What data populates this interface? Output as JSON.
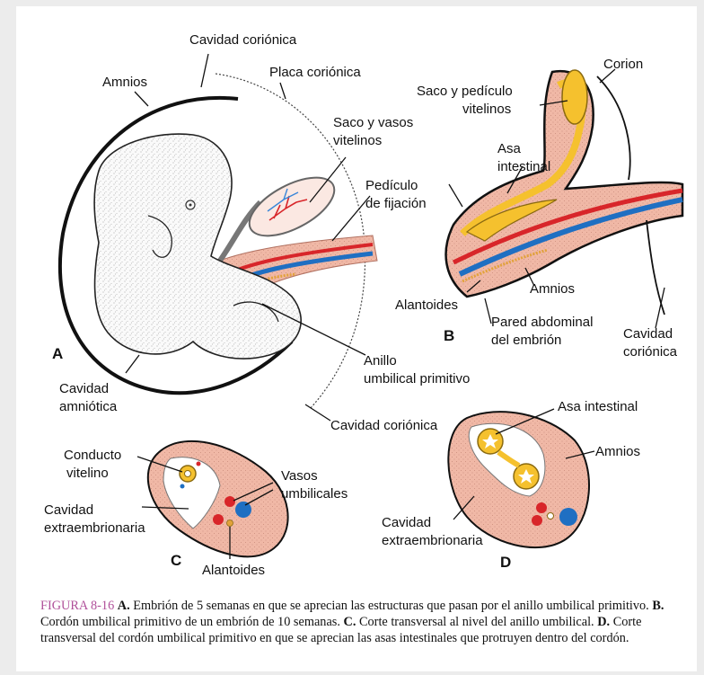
{
  "labels": {
    "cavidad_corionica_top": "Cavidad coriónica",
    "amnios_a": "Amnios",
    "placa_corionica": "Placa coriónica",
    "saco_vasos_1": "Saco y vasos",
    "saco_vasos_2": "vitelinos",
    "pediculo_1": "Pedículo",
    "pediculo_2": "de fijación",
    "cavidad_amniotica_1": "Cavidad",
    "cavidad_amniotica_2": "amniótica",
    "anillo_1": "Anillo",
    "anillo_2": "umbilical primitivo",
    "cavidad_corionica_bottom": "Cavidad coriónica",
    "corion": "Corion",
    "saco_pediculo_1": "Saco y pedículo",
    "saco_pediculo_2": "vitelinos",
    "asa_1": "Asa",
    "asa_2": "intestinal",
    "alantoides_b": "Alantoides",
    "amnios_b": "Amnios",
    "pared_1": "Pared abdominal",
    "pared_2": "del embrión",
    "cavidad_corionica_b1": "Cavidad",
    "cavidad_corionica_b2": "coriónica",
    "conducto_1": "Conducto",
    "conducto_2": "vitelino",
    "cavidad_extra_c1": "Cavidad",
    "cavidad_extra_c2": "extraembrionaria",
    "vasos_1": "Vasos",
    "vasos_2": "umbilicales",
    "alantoides_c": "Alantoides",
    "asa_d": "Asa intestinal",
    "amnios_d": "Amnios",
    "cavidad_extra_d1": "Cavidad",
    "cavidad_extra_d2": "extraembrionaria"
  },
  "panels": {
    "a": "A",
    "b": "B",
    "c": "C",
    "d": "D"
  },
  "caption": {
    "figure": "FIGURA 8-16",
    "a_letter": "A.",
    "a_text": " Embrión de 5 semanas en que se aprecian las estructuras que pasan por el anillo umbilical primitivo. ",
    "b_letter": "B.",
    "b_text": " Cordón umbilical primitivo de un embrión de 10 semanas. ",
    "c_letter": "C.",
    "c_text": " Corte transversal al nivel del anillo umbilical. ",
    "d_letter": "D.",
    "d_text": " Corte transversal del cordón umbilical primitivo en que se aprecian las asas intestinales que protruyen dentro del cordón."
  },
  "colors": {
    "tissue_pink": "#f0b8a6",
    "vessel_red": "#d8262a",
    "vessel_blue": "#1f6fc2",
    "yolk_yellow": "#f5c12e",
    "caption_magenta": "#b0509a"
  }
}
